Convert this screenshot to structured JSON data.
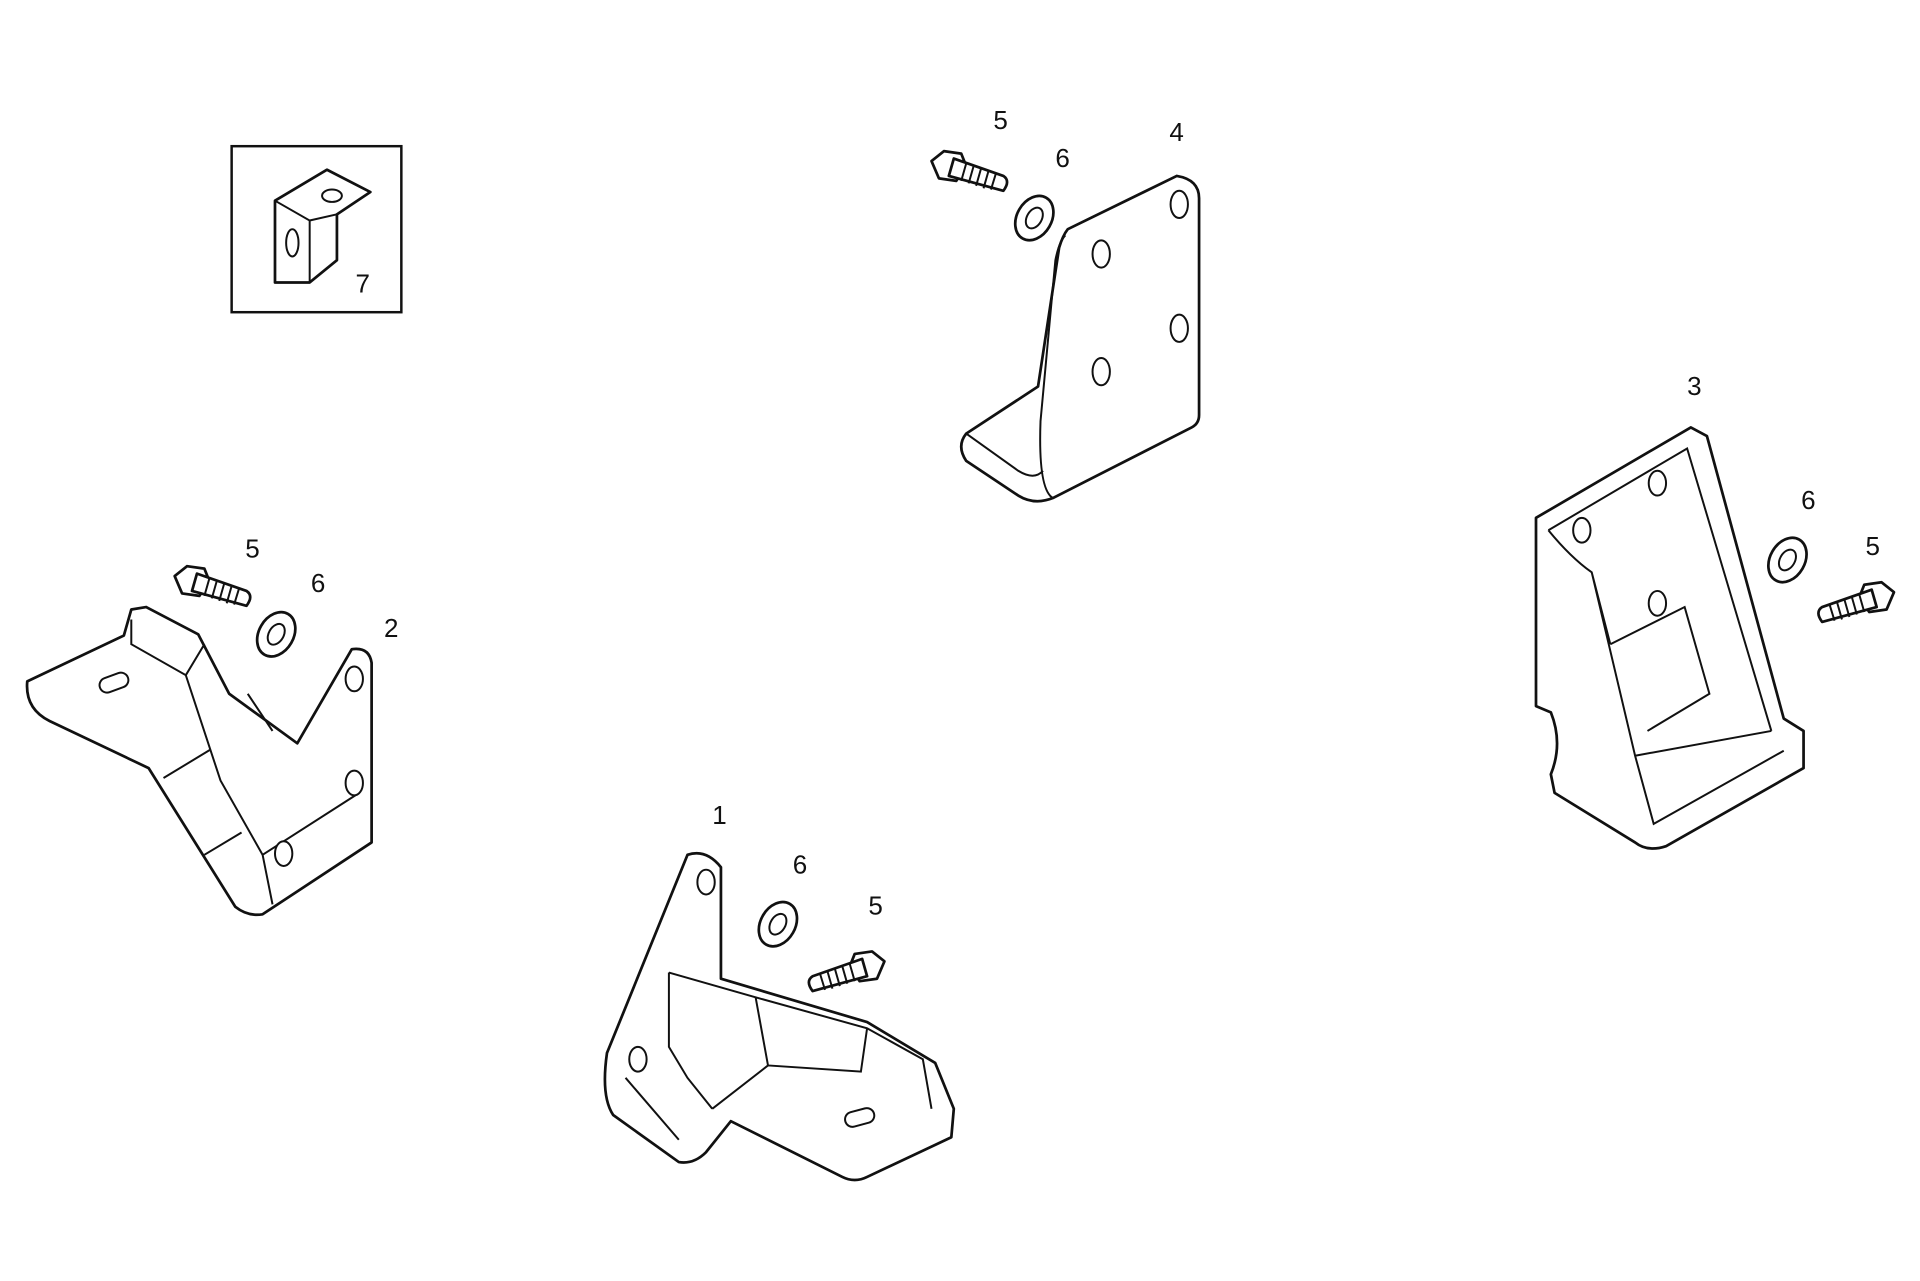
{
  "title": "Bracket assembly exploded parts diagram",
  "callouts": {
    "part1": "1",
    "part2": "2",
    "part3": "3",
    "part4": "4",
    "part7": "7",
    "bolt_top": "5",
    "washer_top": "6",
    "bolt_left": "5",
    "washer_left": "6",
    "bolt_right": "5",
    "washer_right": "6",
    "bolt_bottom": "5",
    "washer_bottom": "6"
  },
  "colors": {
    "line": "#111111",
    "background": "#ffffff"
  }
}
